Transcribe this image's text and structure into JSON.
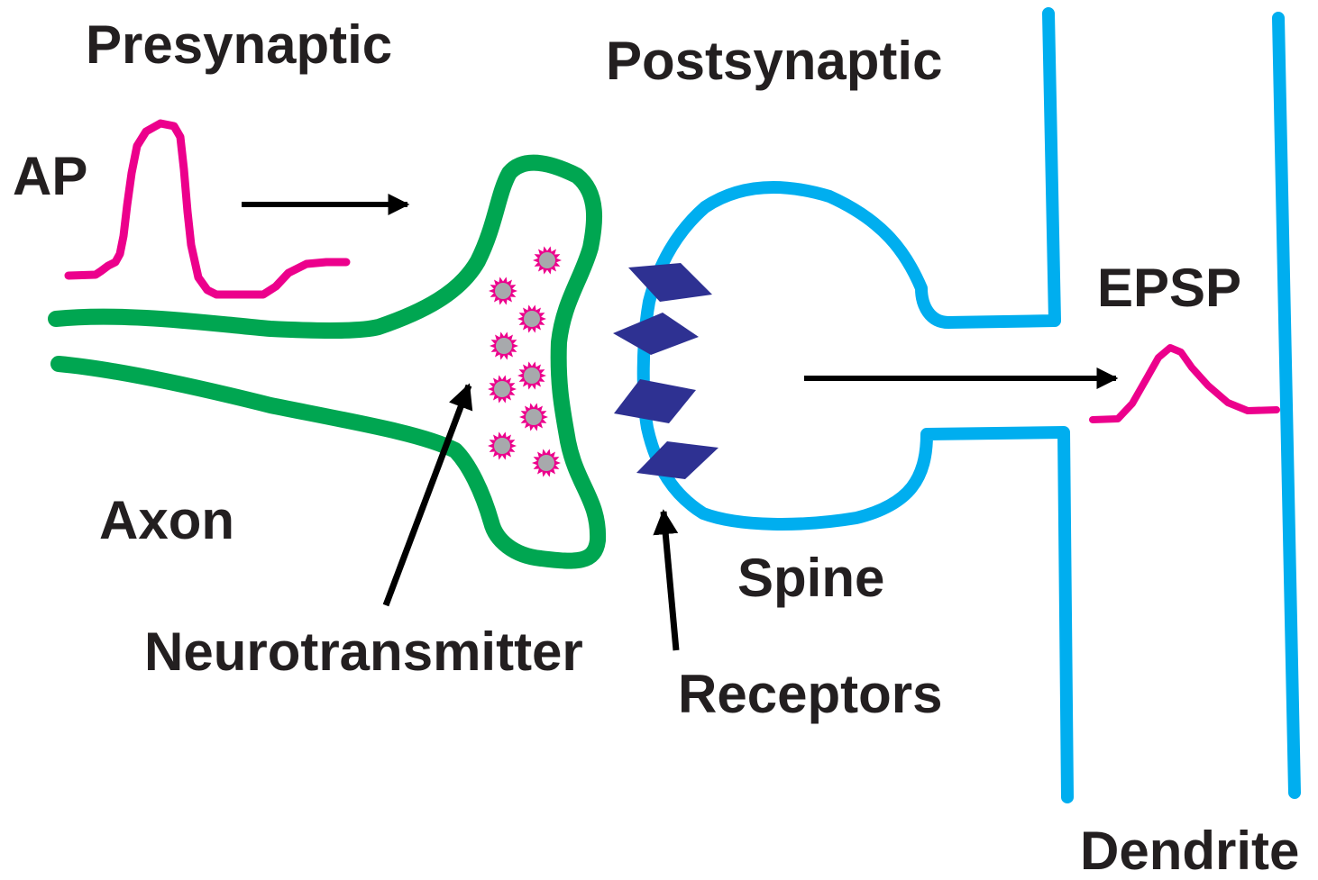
{
  "labels": {
    "presynaptic": "Presynaptic",
    "postsynaptic": "Postsynaptic",
    "ap": "AP",
    "axon": "Axon",
    "neurotransmitter": "Neurotransmitter",
    "receptors": "Receptors",
    "spine": "Spine",
    "epsp": "EPSP",
    "dendrite": "Dendrite"
  },
  "colors": {
    "axon": "#00a651",
    "spine_dendrite": "#00aeef",
    "signal_trace": "#ec008c",
    "receptor": "#2e3192",
    "vesicle_fill": "#a7a9ac",
    "arrow": "#000000",
    "text": "#231f20"
  },
  "icons": {
    "vesicle": "starburst-vesicle-icon",
    "receptor": "diamond-receptor-icon"
  }
}
